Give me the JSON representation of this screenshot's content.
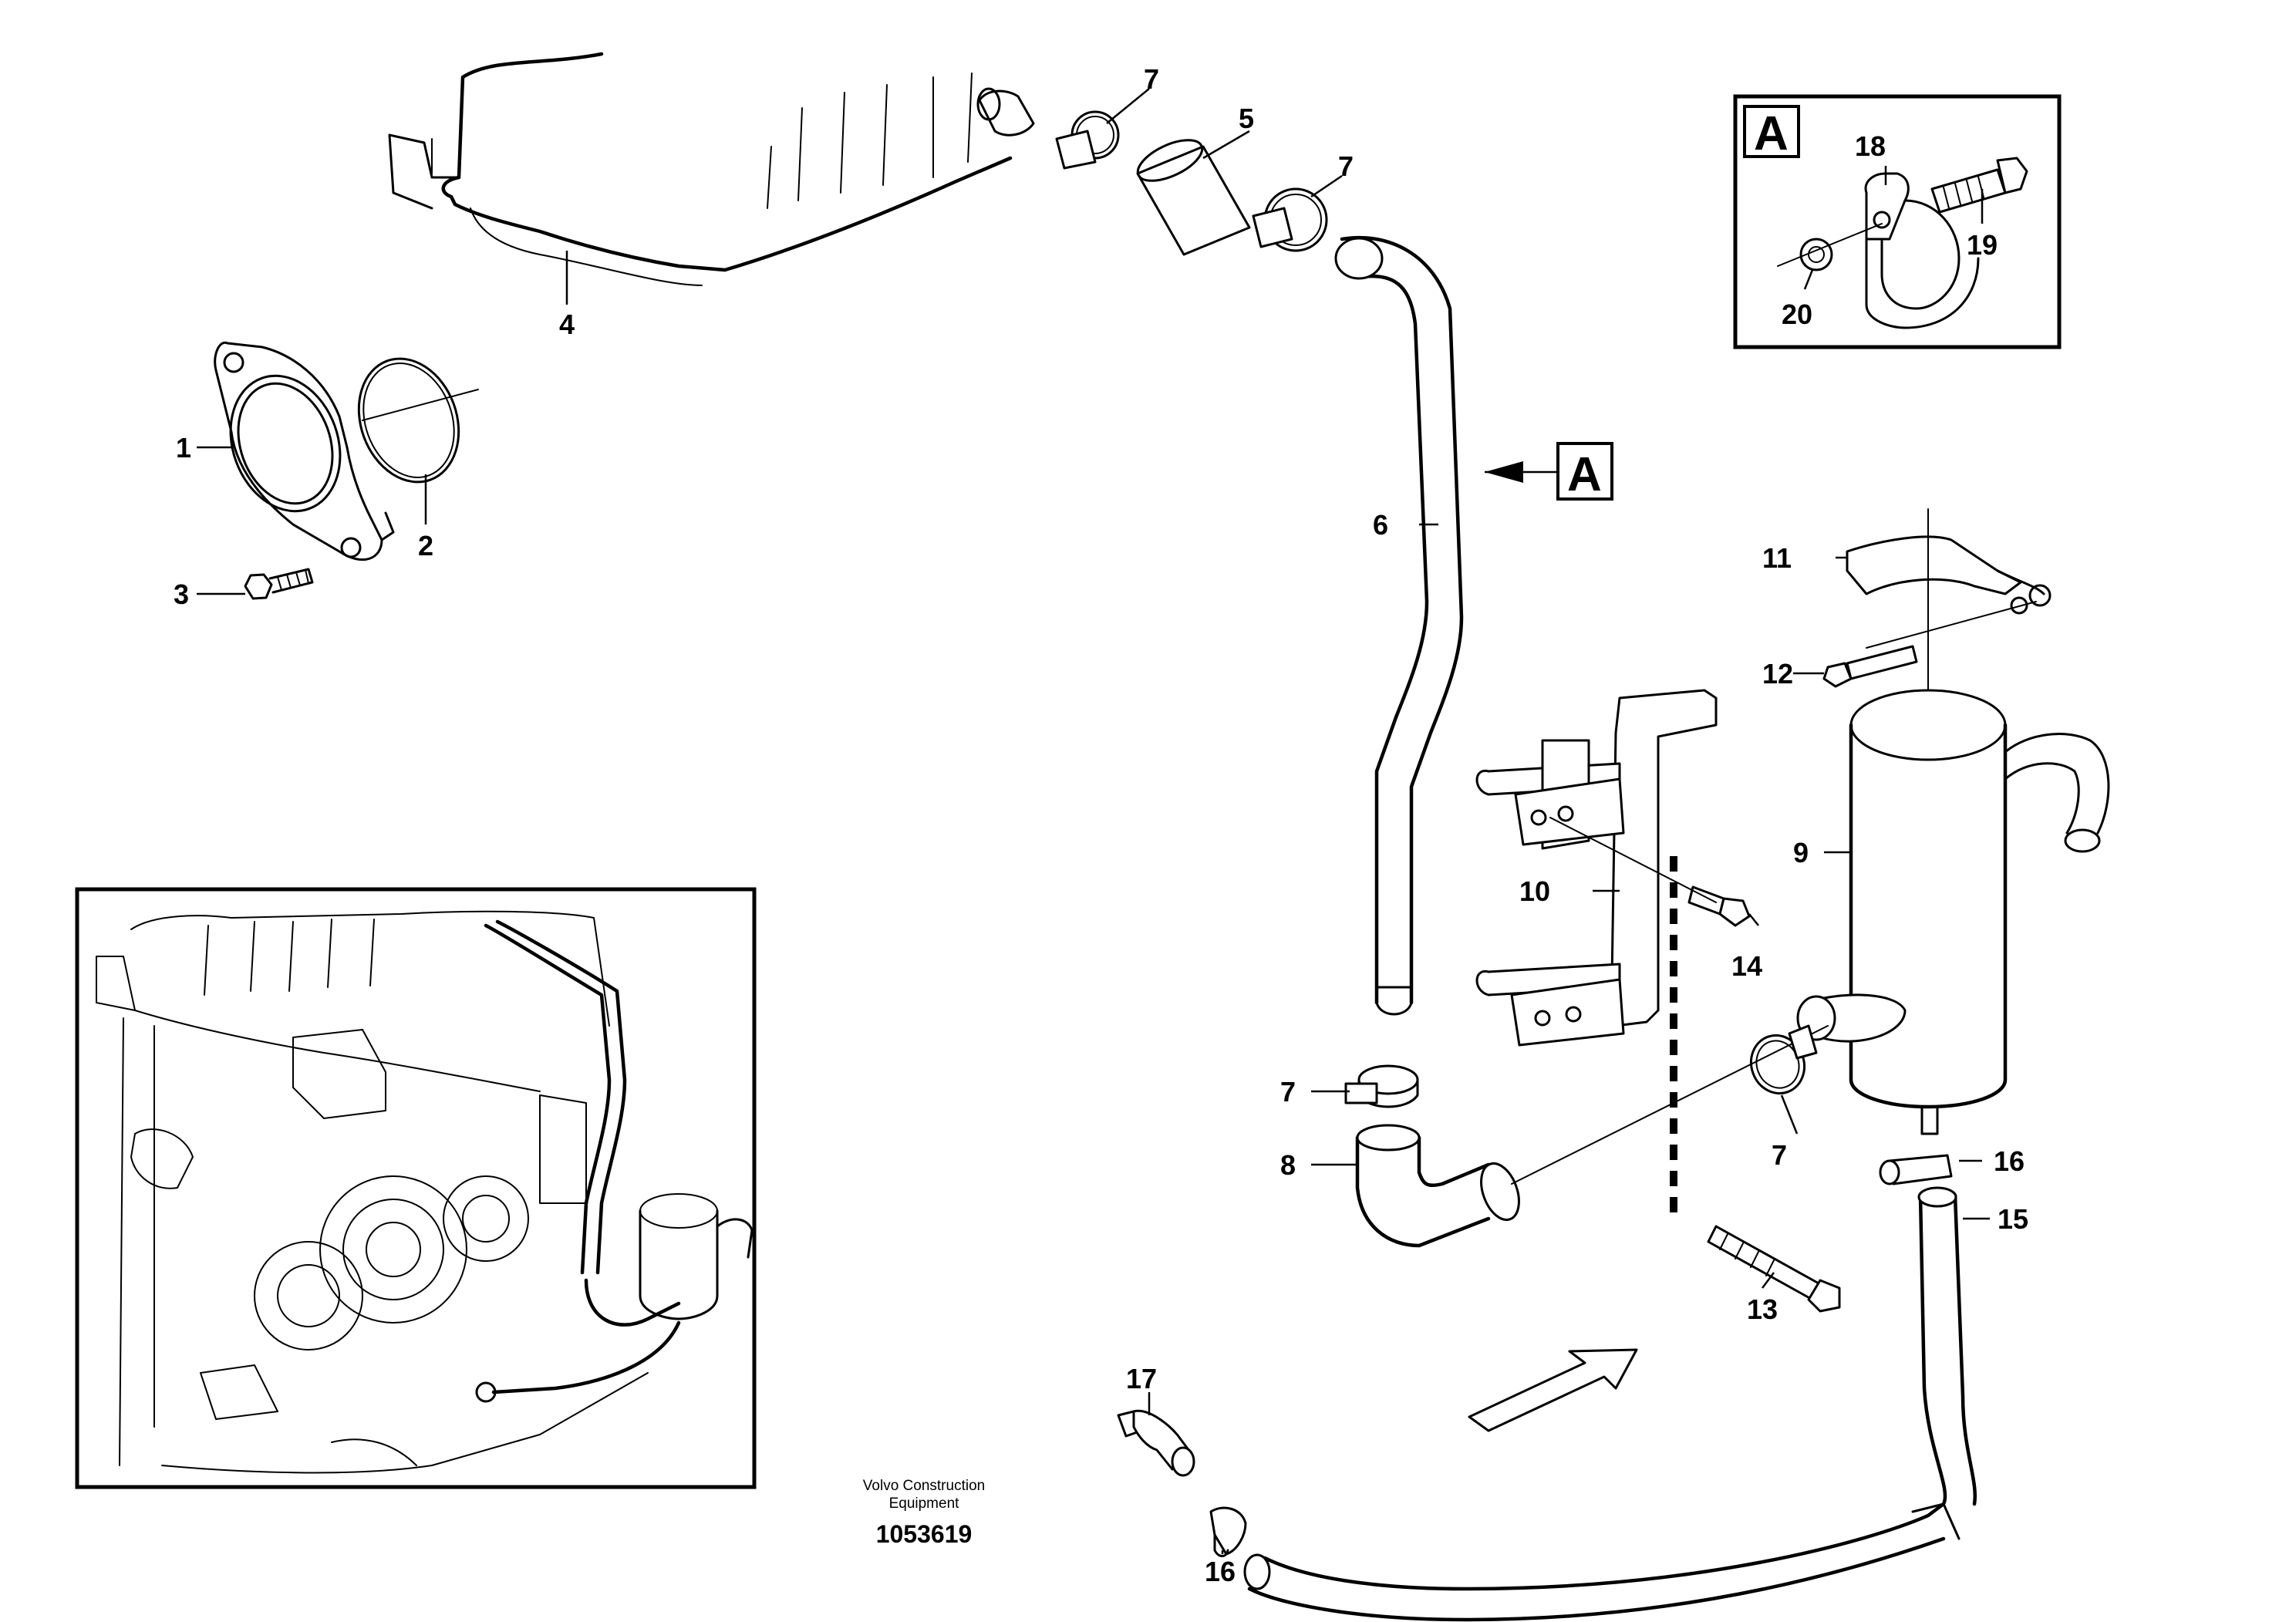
{
  "callouts": {
    "n1": "1",
    "n2": "2",
    "n3": "3",
    "n4": "4",
    "n5": "5",
    "n6": "6",
    "n7a": "7",
    "n7b": "7",
    "n7c": "7",
    "n7d": "7",
    "n8": "8",
    "n9": "9",
    "n10": "10",
    "n11": "11",
    "n12": "12",
    "n13": "13",
    "n14": "14",
    "n15": "15",
    "n16a": "16",
    "n16b": "16",
    "n17": "17",
    "n18": "18",
    "n19": "19",
    "n20": "20"
  },
  "view_marker": "A",
  "detail_view_label": "A",
  "caption": {
    "line1": "Volvo Construction",
    "line2": "Equipment",
    "document_number": "1053619"
  }
}
